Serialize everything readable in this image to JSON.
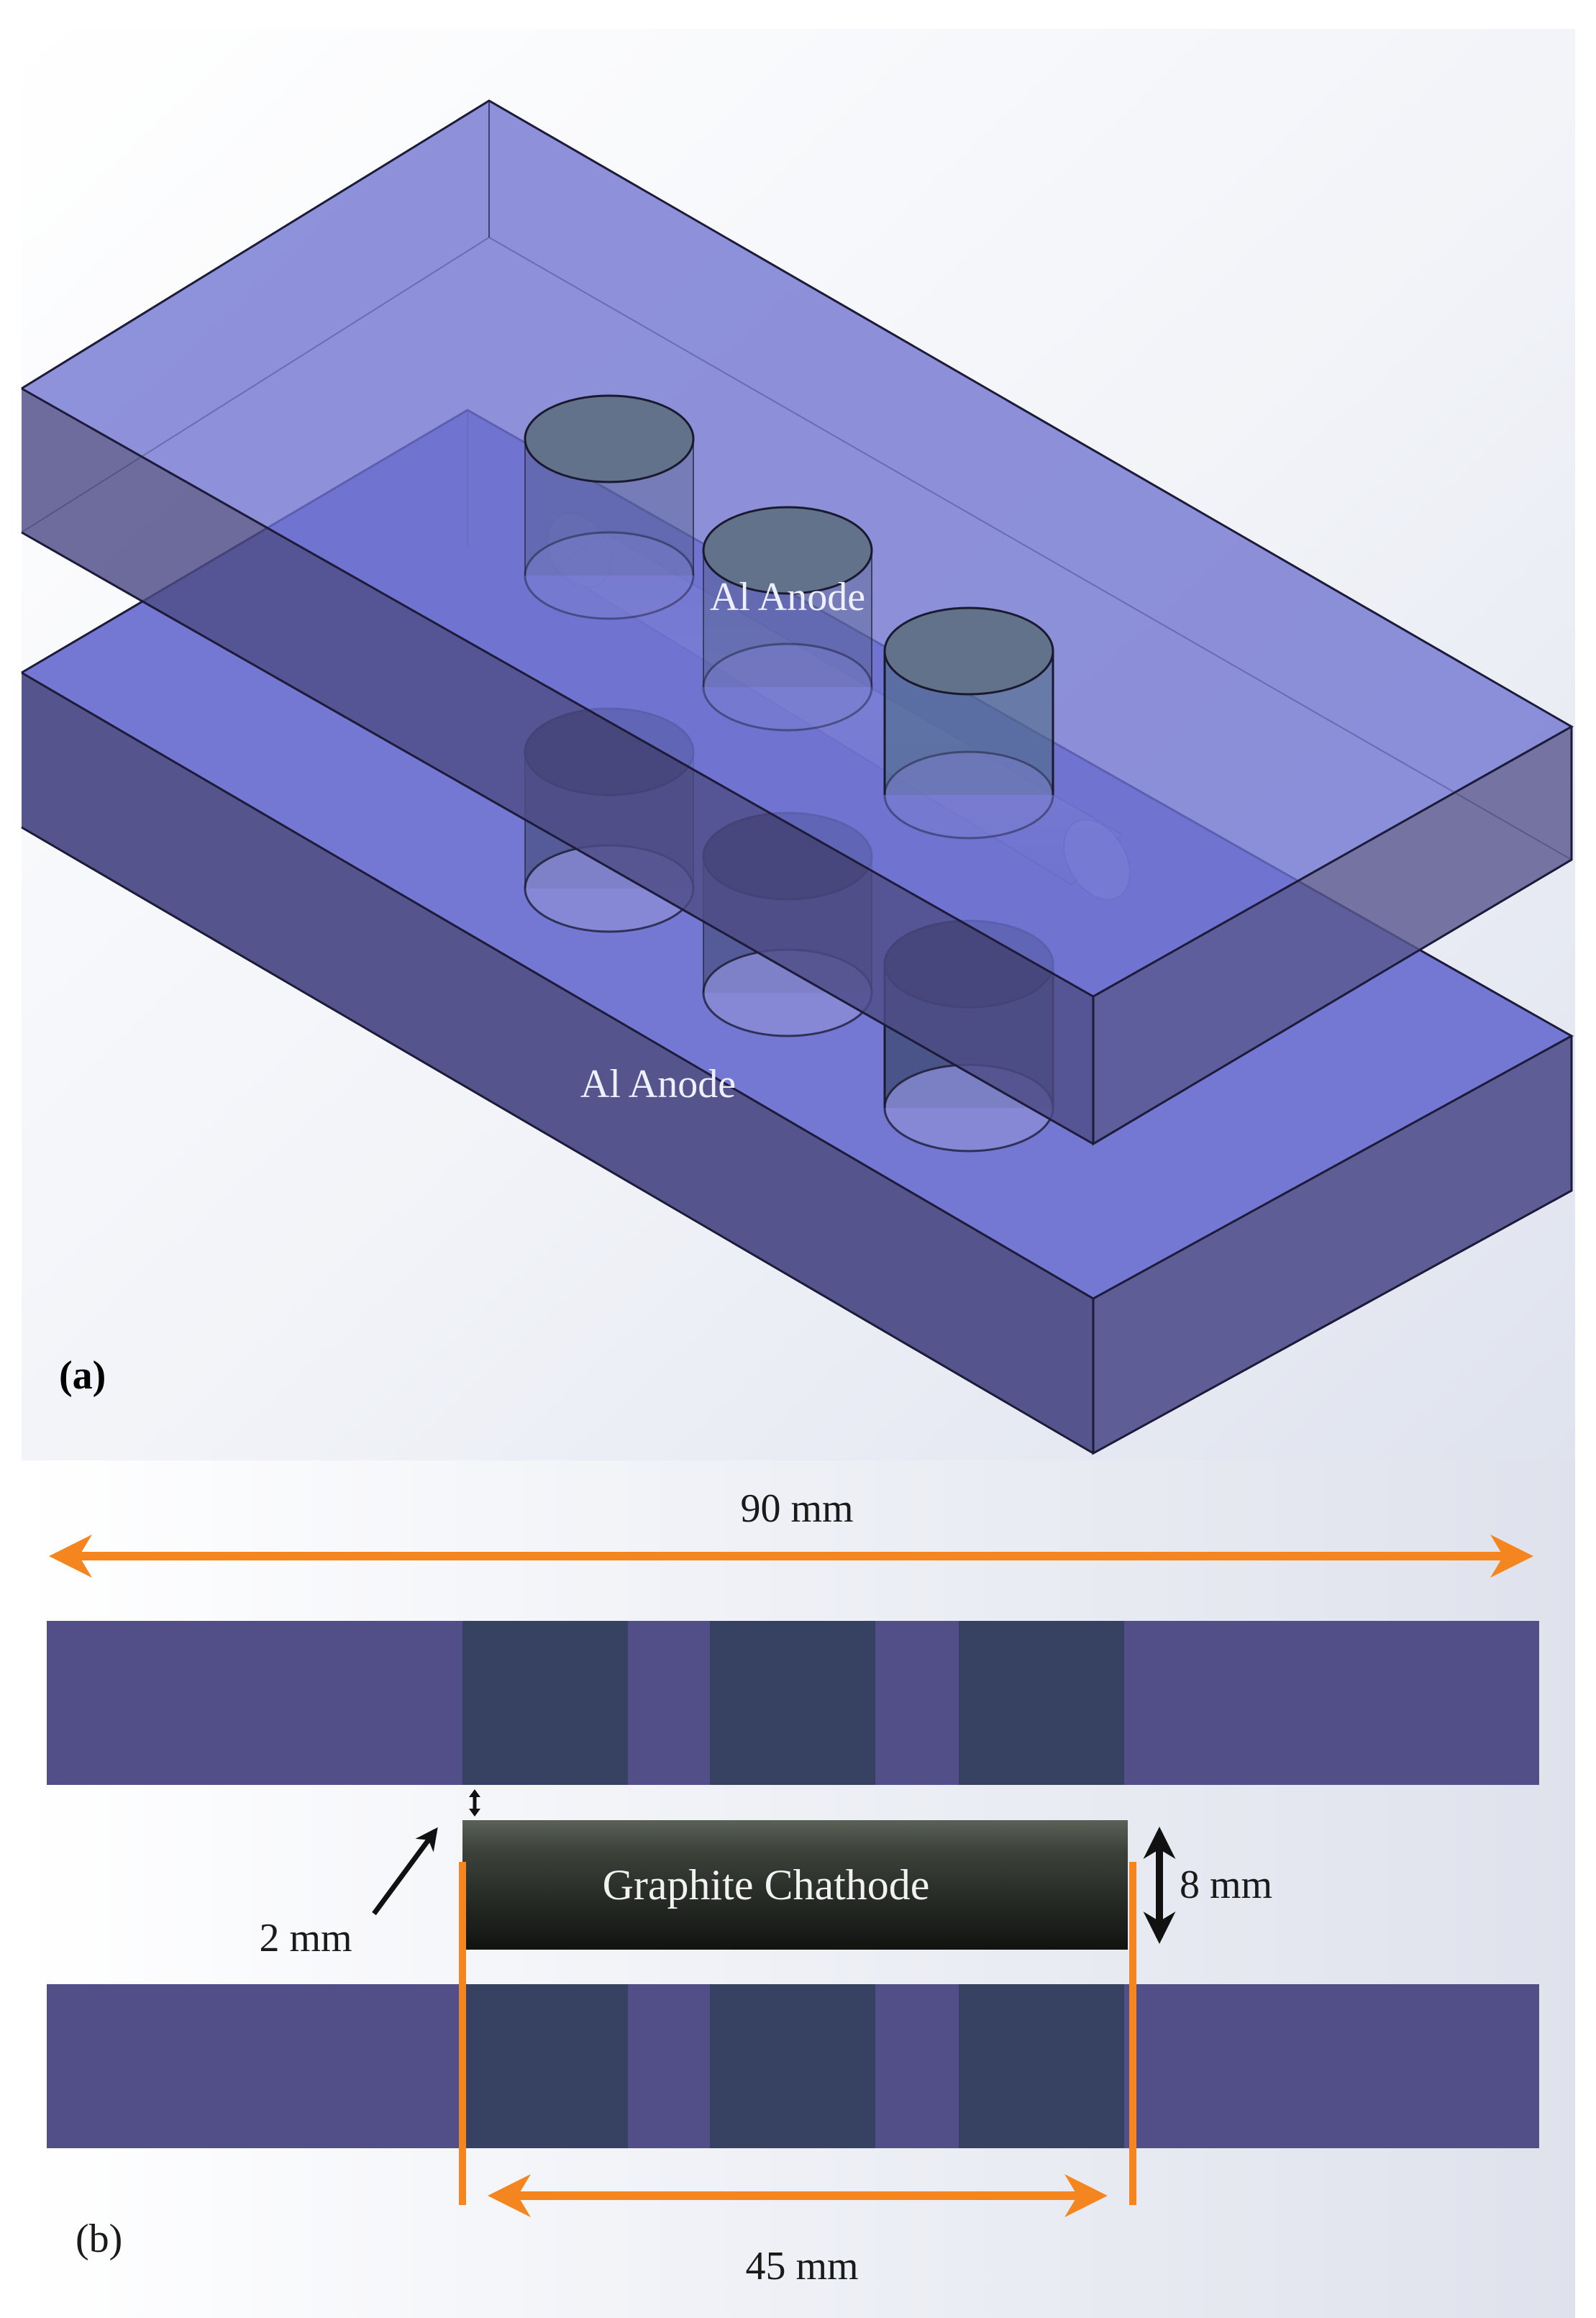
{
  "panel_a": {
    "label": "(a)",
    "top_anode_label": "Al Anode",
    "bottom_anode_label": "Al Anode"
  },
  "panel_b": {
    "label": "(b)",
    "width_dimension": "90 mm",
    "cathode_label": "Graphite Chathode",
    "cathode_height_dimension": "8 mm",
    "gap_dimension": "2 mm",
    "cathode_length_dimension": "45 mm"
  },
  "colors": {
    "anode_face": "#7478d2",
    "anode_side": "#54528a",
    "cylinder_dark": "#394464",
    "cathode": "#2a2d26",
    "dimension_orange": "#f5861f"
  }
}
